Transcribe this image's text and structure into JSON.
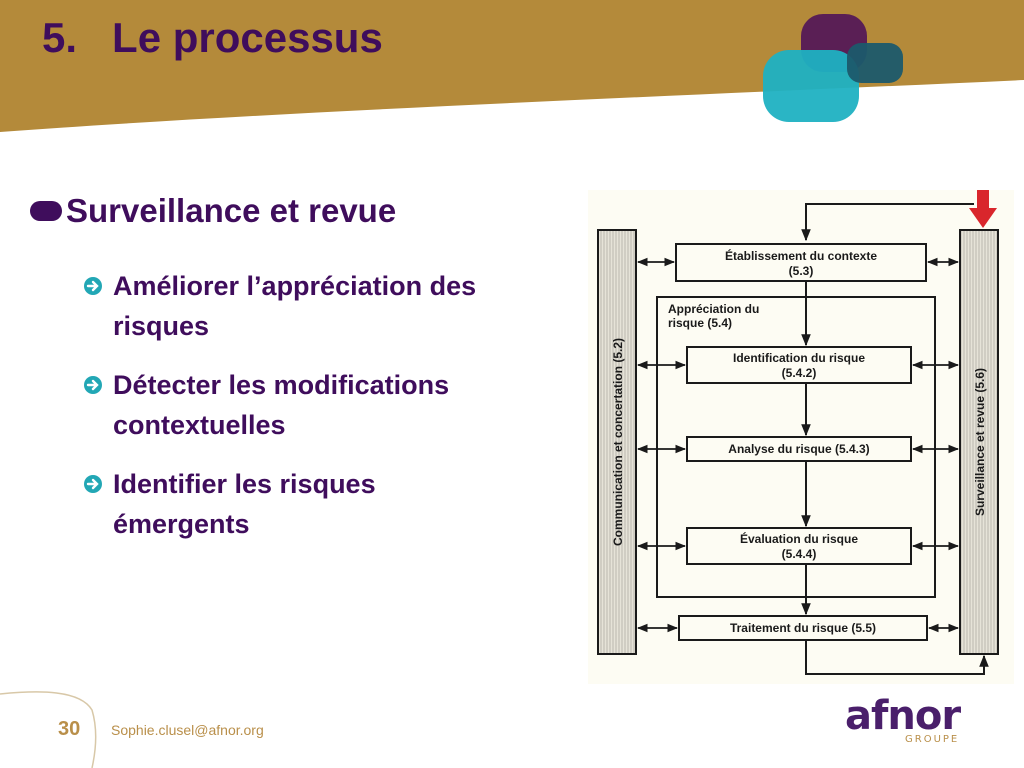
{
  "slide": {
    "title": "5.   Le processus",
    "page_number": "30",
    "footer_email": "Sophie.clusel@afnor.org",
    "colors": {
      "header_gold": "#b48a3a",
      "title_purple": "#3f0d5c",
      "accent_teal": "#22a7b5",
      "footer_gold": "#b98f4a",
      "red_arrow": "#d9262c"
    }
  },
  "content": {
    "heading": "Surveillance et revue",
    "bullets": [
      {
        "icon": "arrow-right-icon",
        "line1": "Améliorer l’appréciation des",
        "line2": "risques"
      },
      {
        "icon": "arrow-right-icon",
        "line1": "Détecter les modifications",
        "line2": "contextuelles"
      },
      {
        "icon": "arrow-right-icon",
        "line1": "Identifier les risques",
        "line2": "émergents"
      }
    ]
  },
  "diagram": {
    "left_bar": "Communication et concertation (5.2)",
    "right_bar": "Surveillance et revue (5.6)",
    "boxes": [
      {
        "line1": "Établissement du contexte",
        "line2": "(5.3)"
      },
      {
        "line1": "Identification du risque",
        "line2": "(5.4.2)"
      },
      {
        "line1": "Analyse du risque (5.4.3)",
        "line2": ""
      },
      {
        "line1": "Évaluation du risque",
        "line2": "(5.4.4)"
      },
      {
        "line1": "Traitement du risque (5.5)",
        "line2": ""
      }
    ],
    "group_label_line1": "Appréciation du",
    "group_label_line2": "risque (5.4)"
  },
  "logo": {
    "brand": "afnor",
    "subtitle": "GROUPE"
  }
}
